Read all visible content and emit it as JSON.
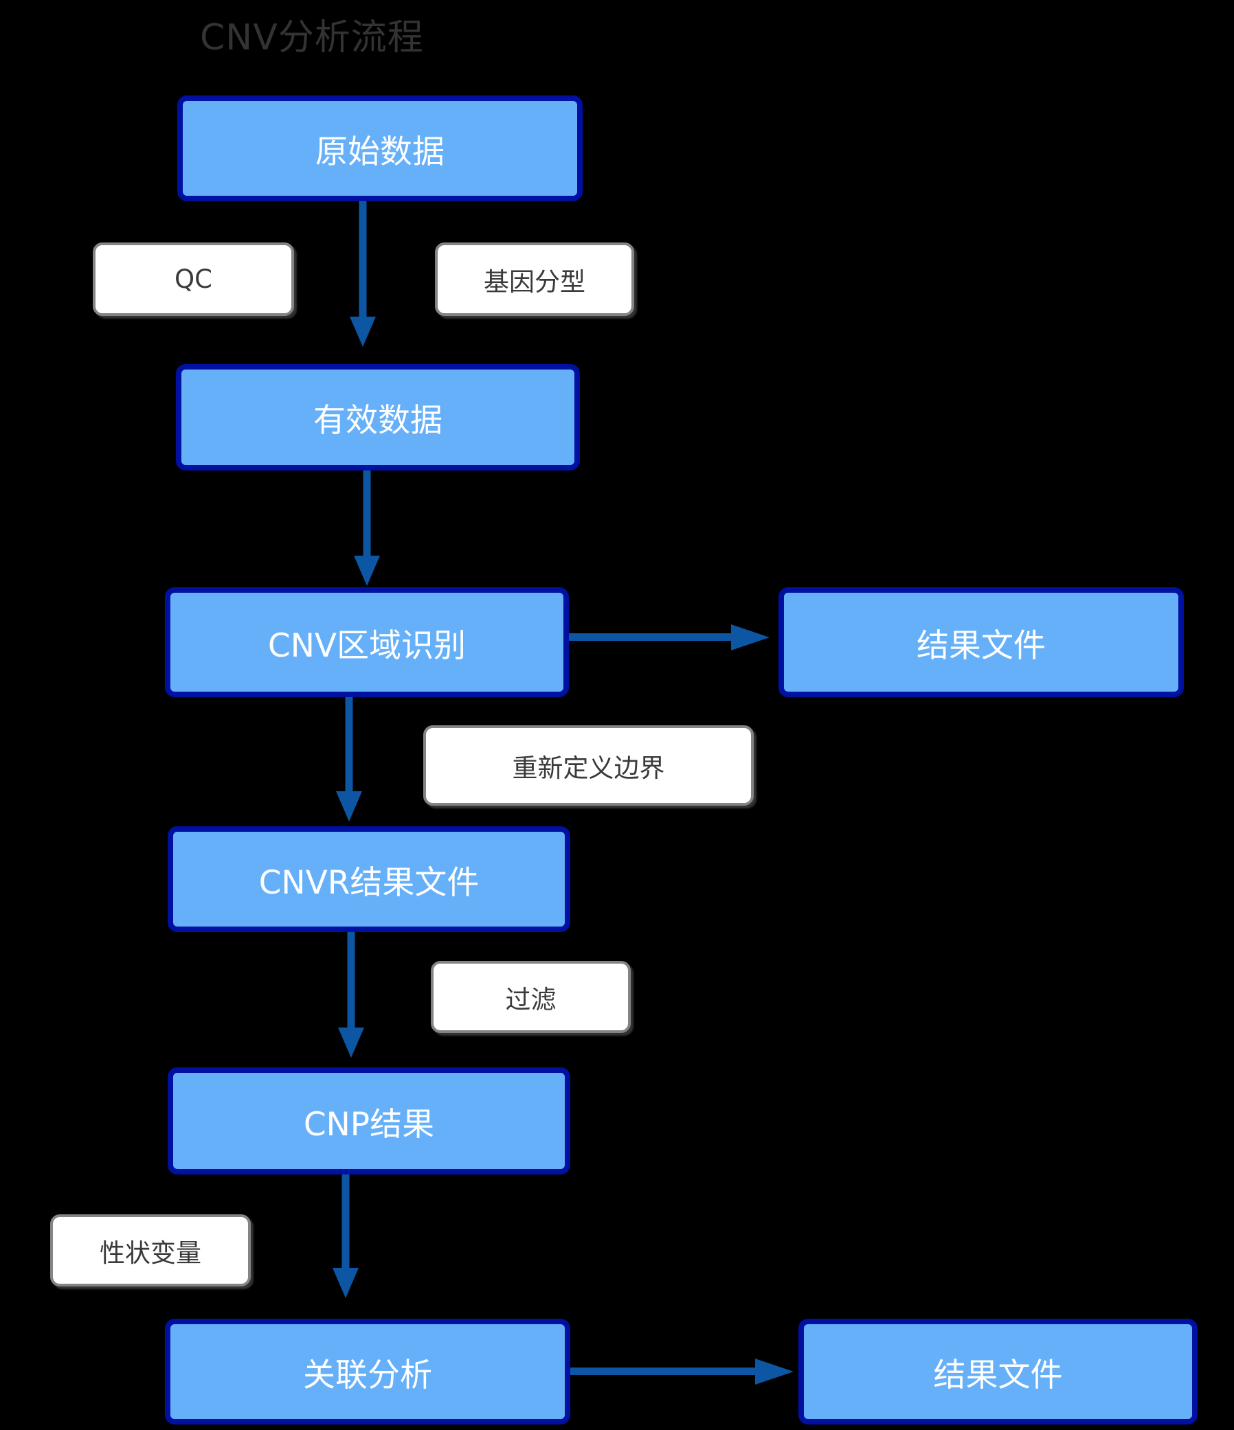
{
  "title": "CNV分析流程",
  "colors": {
    "background": "#000000",
    "node_fill": "#66b0fa",
    "node_border": "#0010a0",
    "node_text": "#ffffff",
    "arrow": "#0c56a3",
    "label_fill": "#ffffff",
    "label_border": "#848484",
    "label_text": "#3a3a3a",
    "title_text": "#333333"
  },
  "nodes": {
    "raw_data": "原始数据",
    "valid_data": "有效数据",
    "cnv_region": "CNV区域识别",
    "result_file_1": "结果文件",
    "cnvr_result": "CNVR结果文件",
    "cnp_result": "CNP结果",
    "association": "关联分析",
    "result_file_2": "结果文件"
  },
  "edge_labels": {
    "qc": "QC",
    "genotyping": "基因分型",
    "redefine_boundary": "重新定义边界",
    "filter": "过滤",
    "trait_variable": "性状变量"
  },
  "edges": [
    {
      "from": "raw_data",
      "to": "valid_data",
      "labels": [
        "QC",
        "基因分型"
      ],
      "direction": "down"
    },
    {
      "from": "valid_data",
      "to": "cnv_region",
      "labels": [],
      "direction": "down"
    },
    {
      "from": "cnv_region",
      "to": "result_file_1",
      "labels": [],
      "direction": "right"
    },
    {
      "from": "cnv_region",
      "to": "cnvr_result",
      "labels": [
        "重新定义边界"
      ],
      "direction": "down"
    },
    {
      "from": "cnvr_result",
      "to": "cnp_result",
      "labels": [
        "过滤"
      ],
      "direction": "down"
    },
    {
      "from": "cnp_result",
      "to": "association",
      "labels": [
        "性状变量"
      ],
      "direction": "down"
    },
    {
      "from": "association",
      "to": "result_file_2",
      "labels": [],
      "direction": "right"
    }
  ]
}
